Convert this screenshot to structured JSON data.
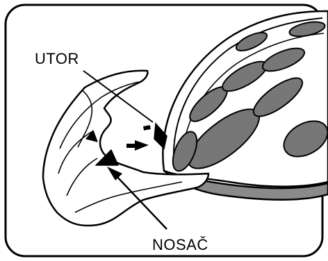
{
  "labels": {
    "slot": "UTOR",
    "holder": "NOSAČ"
  },
  "icons": {
    "helmet": "helmet-shell-illustration",
    "visor": "visor-illustration",
    "direction": "insert-direction-arrow-icon"
  },
  "colors": {
    "ink": "#000000",
    "vent_fill": "#777777",
    "panel_border": "#000000",
    "background": "#ffffff"
  }
}
